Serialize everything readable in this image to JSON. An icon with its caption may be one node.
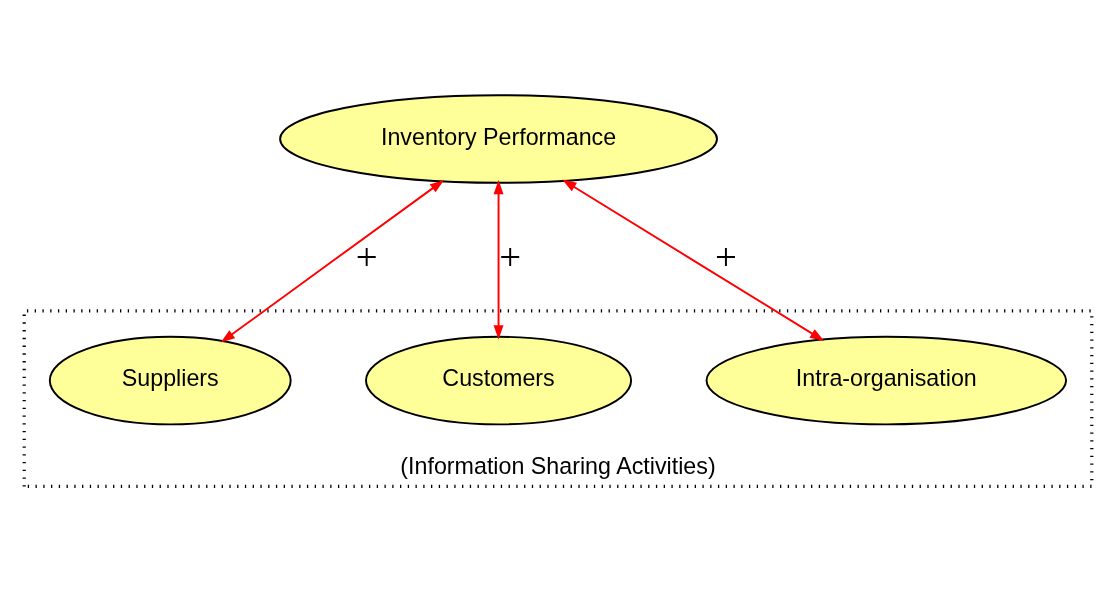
{
  "diagram": {
    "nodes": [
      {
        "text": [
          "Inventory Performance"
        ]
      },
      {
        "text": [
          "(Information Sharing Activities)"
        ]
      },
      {
        "text": [
          "Suppliers"
        ],
        "in": 1
      },
      {
        "text": [
          "Customers"
        ],
        "in": 1
      },
      {
        "text": [
          "Intra-organisation"
        ],
        "in": 1
      }
    ],
    "edges": [
      {
        "from": 0,
        "to": 2,
        "arrow": "both",
        "label": "+",
        "color": "#ff0000"
      },
      {
        "from": 0,
        "to": 3,
        "arrow": "both",
        "label": "+",
        "color": "#ff0000"
      },
      {
        "from": 0,
        "to": 4,
        "arrow": "both",
        "label": "+",
        "color": "#ff0000"
      }
    ]
  }
}
